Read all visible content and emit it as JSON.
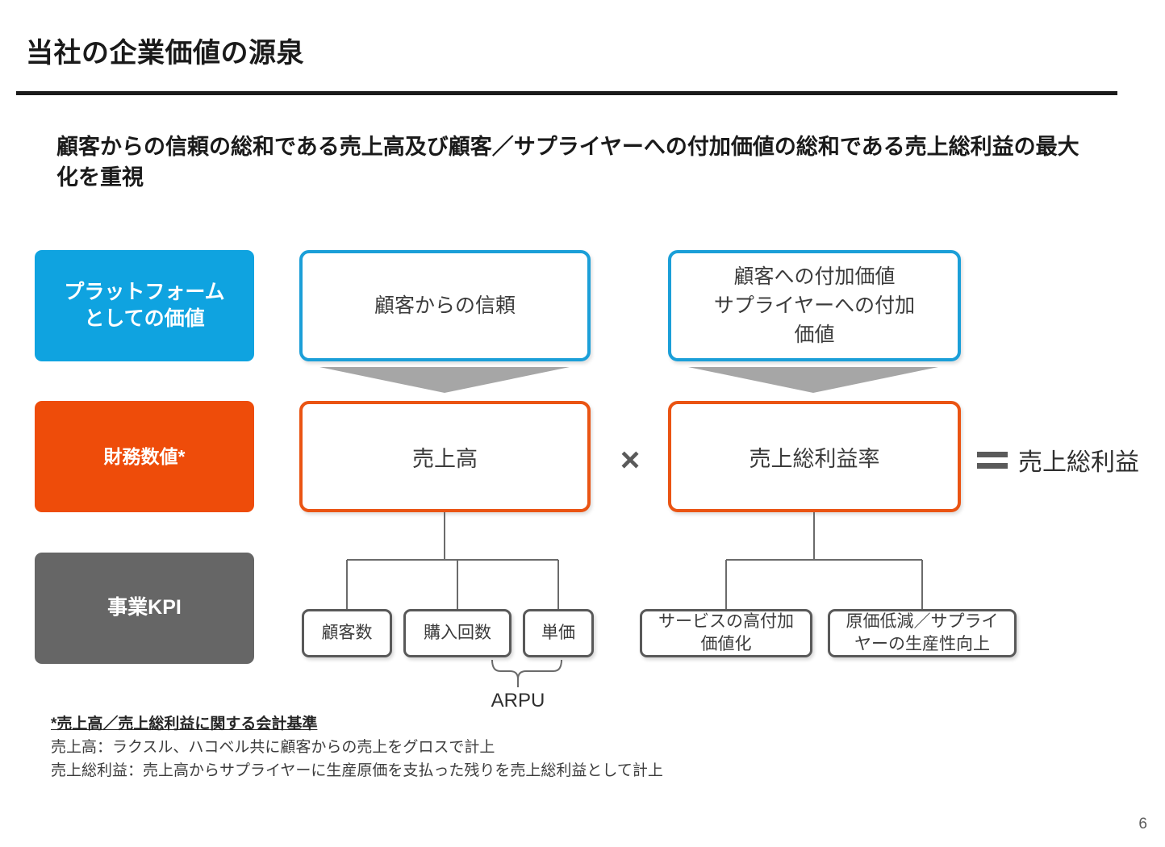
{
  "slide": {
    "title": "当社の企業価値の源泉",
    "subtitle": "顧客からの信頼の総和である売上高及び顧客／サプライヤーへの付加価値の総和である売上総利益の最大化を重視",
    "page_number": "6"
  },
  "colors": {
    "platform_blue": "#0FA3E0",
    "finance_orange": "#EE4C0A",
    "kpi_gray": "#666666",
    "box_blue_border": "#1B9FD8",
    "box_orange_border": "#EA5413",
    "kpi_box_border": "#595959",
    "chevron_gray": "#A6A6A6",
    "rule_black": "#1B1B1B"
  },
  "row_labels": [
    {
      "id": "platform",
      "label": "プラットフォーム\nとしての価値"
    },
    {
      "id": "finance",
      "label": "財務数値*"
    },
    {
      "id": "kpi",
      "label": "事業KPI"
    }
  ],
  "row_labels_text": {
    "platform_line1": "プラットフォーム",
    "platform_line2": "としての価値",
    "finance": "財務数値*",
    "kpi": "事業KPI"
  },
  "platform_row": {
    "left_box": "顧客からの信頼",
    "right_box_line1": "顧客への付加価値",
    "right_box_line2": "サプライヤーへの付加",
    "right_box_line3": "価値"
  },
  "finance_row": {
    "left_box": "売上高",
    "operator_times": "×",
    "right_box": "売上総利益率",
    "operator_equals": "=",
    "result": "売上総利益"
  },
  "kpi_row": {
    "revenue_kpis": [
      "顧客数",
      "購入回数",
      "単価"
    ],
    "margin_kpis": [
      "サービスの高付加価値化",
      "原価低減／サプライヤーの生産性向上"
    ],
    "margin_kpis_lines": [
      [
        "サービスの高付加",
        "価値化"
      ],
      [
        "原価低減／サプライ",
        "ヤーの生産性向上"
      ]
    ],
    "bracket_label": "ARPU"
  },
  "footnote": {
    "heading": "*売上高／売上総利益に関する会計基準",
    "line1": "売上高：ラクスル、ハコベル共に顧客からの売上をグロスで計上",
    "line2": "売上総利益：売上高からサプライヤーに生産原価を支払った残りを売上総利益として計上"
  }
}
